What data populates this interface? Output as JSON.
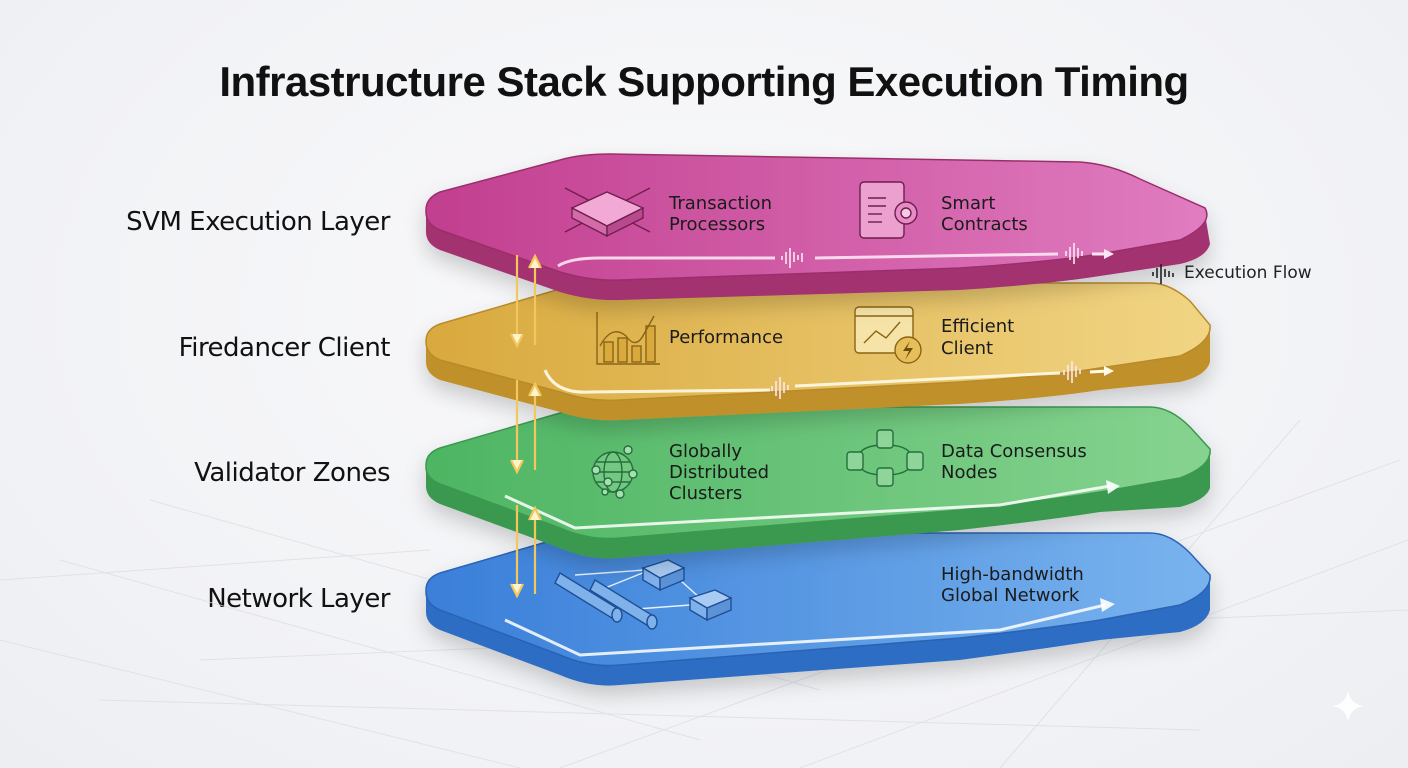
{
  "title": "Infrastructure Stack Supporting Execution Timing",
  "layers": [
    {
      "name": "SVM Execution Layer",
      "color": "#c9449a",
      "items": [
        {
          "icon": "processor-chip-icon",
          "label_lines": [
            "Transaction",
            "Processors"
          ]
        },
        {
          "icon": "scroll-gear-icon",
          "label_lines": [
            "Smart",
            "Contracts"
          ]
        }
      ]
    },
    {
      "name": "Firedancer Client",
      "color": "#e0b84a",
      "items": [
        {
          "icon": "performance-chart-icon",
          "label_lines": [
            "Performance"
          ]
        },
        {
          "icon": "efficient-client-icon",
          "label_lines": [
            "Efficient",
            "Client"
          ]
        }
      ]
    },
    {
      "name": "Validator Zones",
      "color": "#5cbf6e",
      "items": [
        {
          "icon": "globe-network-icon",
          "label_lines": [
            "Globally",
            "Distributed",
            "Clusters"
          ]
        },
        {
          "icon": "database-nodes-icon",
          "label_lines": [
            "Data Consensus",
            "Nodes"
          ]
        }
      ]
    },
    {
      "name": "Network Layer",
      "color": "#4a8de0",
      "items": [
        {
          "icon": "network-switches-icon",
          "label_lines": []
        },
        {
          "icon": "",
          "label_lines": [
            "High-bandwidth",
            "Global Network"
          ]
        }
      ]
    }
  ],
  "legend": {
    "icon": "waveform-icon",
    "label": "Execution Flow"
  },
  "connectors": {
    "color": "#f2c75c",
    "description": "bidirectional arrows between layers"
  },
  "watermark": {
    "icon": "sparkle-icon"
  }
}
